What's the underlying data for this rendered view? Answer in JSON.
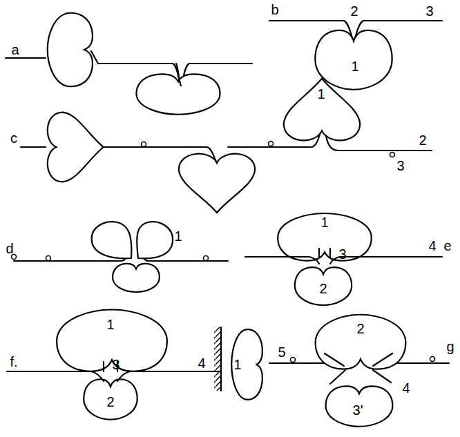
{
  "diagram": {
    "labels": [
      "a",
      "b",
      "2",
      "3",
      "1",
      "c",
      "1",
      "2",
      "3",
      "d",
      "1",
      "e",
      "1",
      "3",
      "4",
      "2",
      "f.",
      "1",
      "3",
      "4",
      "2",
      "g",
      "2",
      "1",
      "5",
      "4",
      "3'"
    ]
  }
}
